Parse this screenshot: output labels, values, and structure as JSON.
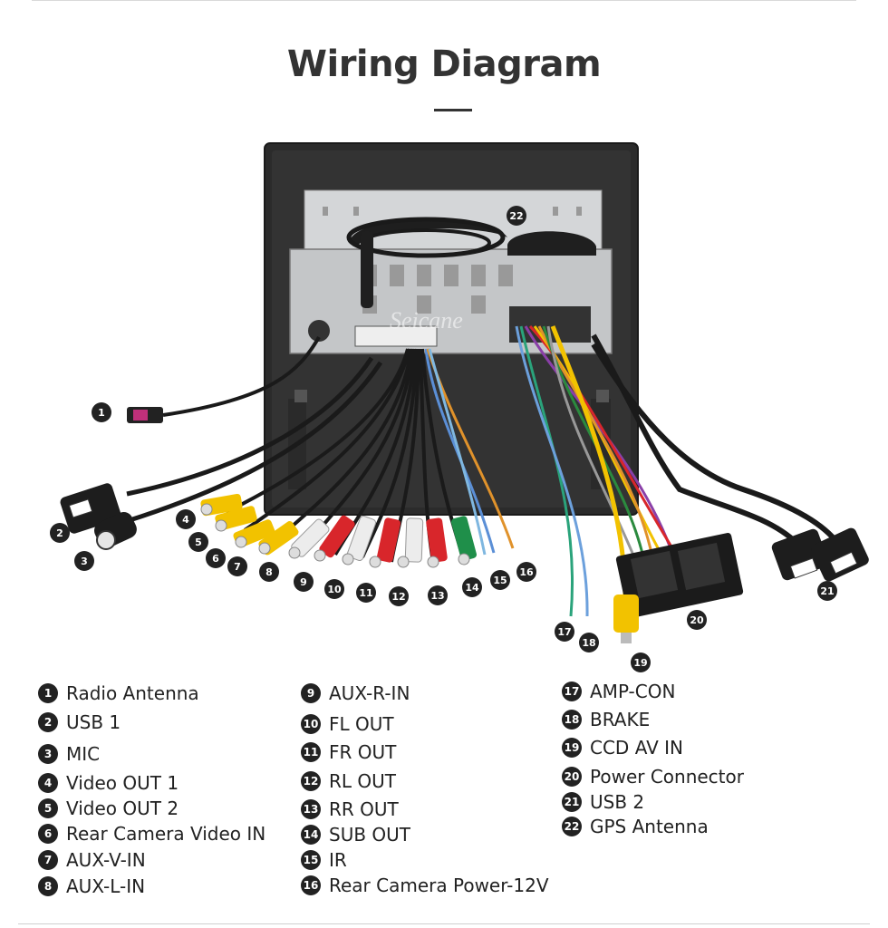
{
  "title": "Wiring Diagram",
  "watermark": "Seicane",
  "legend": {
    "col1": [
      {
        "num": "1",
        "label": "Radio Antenna"
      },
      {
        "num": "2",
        "label": "USB 1"
      },
      {
        "num": "3",
        "label": "MIC"
      },
      {
        "num": "4",
        "label": "Video OUT 1"
      },
      {
        "num": "5",
        "label": "Video OUT 2"
      },
      {
        "num": "6",
        "label": "Rear Camera Video IN"
      },
      {
        "num": "7",
        "label": "AUX-V-IN"
      },
      {
        "num": "8",
        "label": "AUX-L-IN"
      }
    ],
    "col2": [
      {
        "num": "9",
        "label": "AUX-R-IN"
      },
      {
        "num": "10",
        "label": "FL OUT"
      },
      {
        "num": "11",
        "label": "FR OUT"
      },
      {
        "num": "12",
        "label": "RL OUT"
      },
      {
        "num": "13",
        "label": "RR OUT"
      },
      {
        "num": "14",
        "label": "SUB OUT"
      },
      {
        "num": "15",
        "label": "IR"
      },
      {
        "num": "16",
        "label": "Rear Camera Power-12V"
      }
    ],
    "col3": [
      {
        "num": "17",
        "label": "AMP-CON"
      },
      {
        "num": "18",
        "label": "BRAKE"
      },
      {
        "num": "19",
        "label": "CCD AV IN"
      },
      {
        "num": "20",
        "label": "Power Connector"
      },
      {
        "num": "21",
        "label": "USB 2"
      },
      {
        "num": "22",
        "label": "GPS Antenna"
      }
    ]
  },
  "colors": {
    "rca_yellow": "#f2c200",
    "rca_white": "#ececec",
    "rca_red": "#d8262b",
    "rca_green": "#1f8f4a",
    "panel": "#2b2b2b",
    "chassis": "#c8c8c8"
  }
}
